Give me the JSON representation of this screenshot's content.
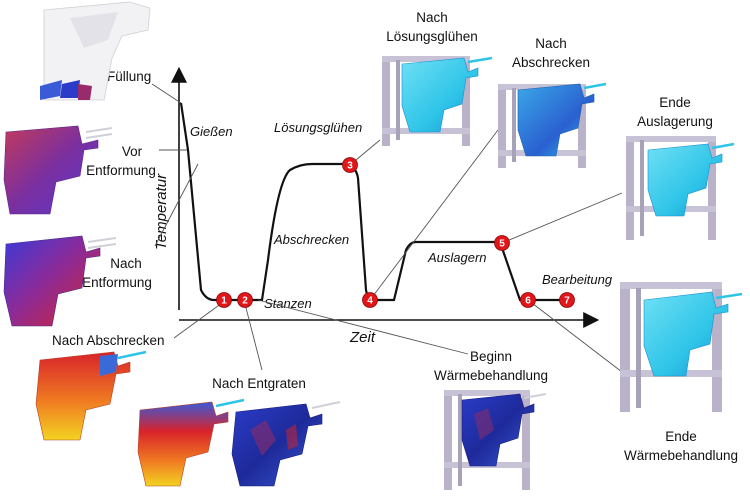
{
  "axes": {
    "y_label": "Temperatur",
    "x_label": "Zeit"
  },
  "process_labels": {
    "giessen": "Gießen",
    "loesungsgluehen": "Lösungsglühen",
    "abschrecken": "Abschrecken",
    "auslagern": "Auslagern",
    "stanzen": "Stanzen",
    "bearbeitung": "Bearbeitung"
  },
  "steps": [
    "1",
    "2",
    "3",
    "4",
    "5",
    "6",
    "7"
  ],
  "stage_labels": {
    "fuellung": "Füllung",
    "vor_entformung": [
      "Vor",
      "Entformung"
    ],
    "nach_entformung": [
      "Nach",
      "Entformung"
    ],
    "nach_abschrecken_left": "Nach Abschrecken",
    "nach_entgraten": "Nach Entgraten",
    "beginn_waermebehandlung": [
      "Beginn",
      "Wärmebehandlung"
    ],
    "nach_loesungsgluehen": [
      "Nach",
      "Lösungsglühen"
    ],
    "nach_abschrecken_top": [
      "Nach",
      "Abschrecken"
    ],
    "ende_auslagerung": [
      "Ende",
      "Auslagerung"
    ],
    "ende_waermebehandlung": [
      "Ende",
      "Wärmebehandlung"
    ]
  },
  "colors": {
    "curve": "#111111",
    "marker": "#e0161a",
    "rack": "#b9b2c8",
    "part_cyan": "#2ec4e8",
    "part_hot_red": "#d8232a",
    "part_purple": "#7a2fa0",
    "part_blue": "#2540c8",
    "part_yellow": "#f2d321"
  }
}
